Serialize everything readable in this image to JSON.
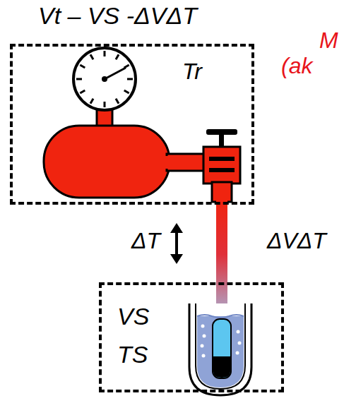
{
  "diagram": {
    "nodes": [
      {
        "text": [
          "Vt – VS -ΔVΔT",
          "Tr"
        ]
      },
      {
        "text": [
          "VS",
          "TS"
        ]
      }
    ],
    "labels": [
      "ΔT",
      "ΔVΔT",
      "M",
      "(ak"
    ]
  }
}
